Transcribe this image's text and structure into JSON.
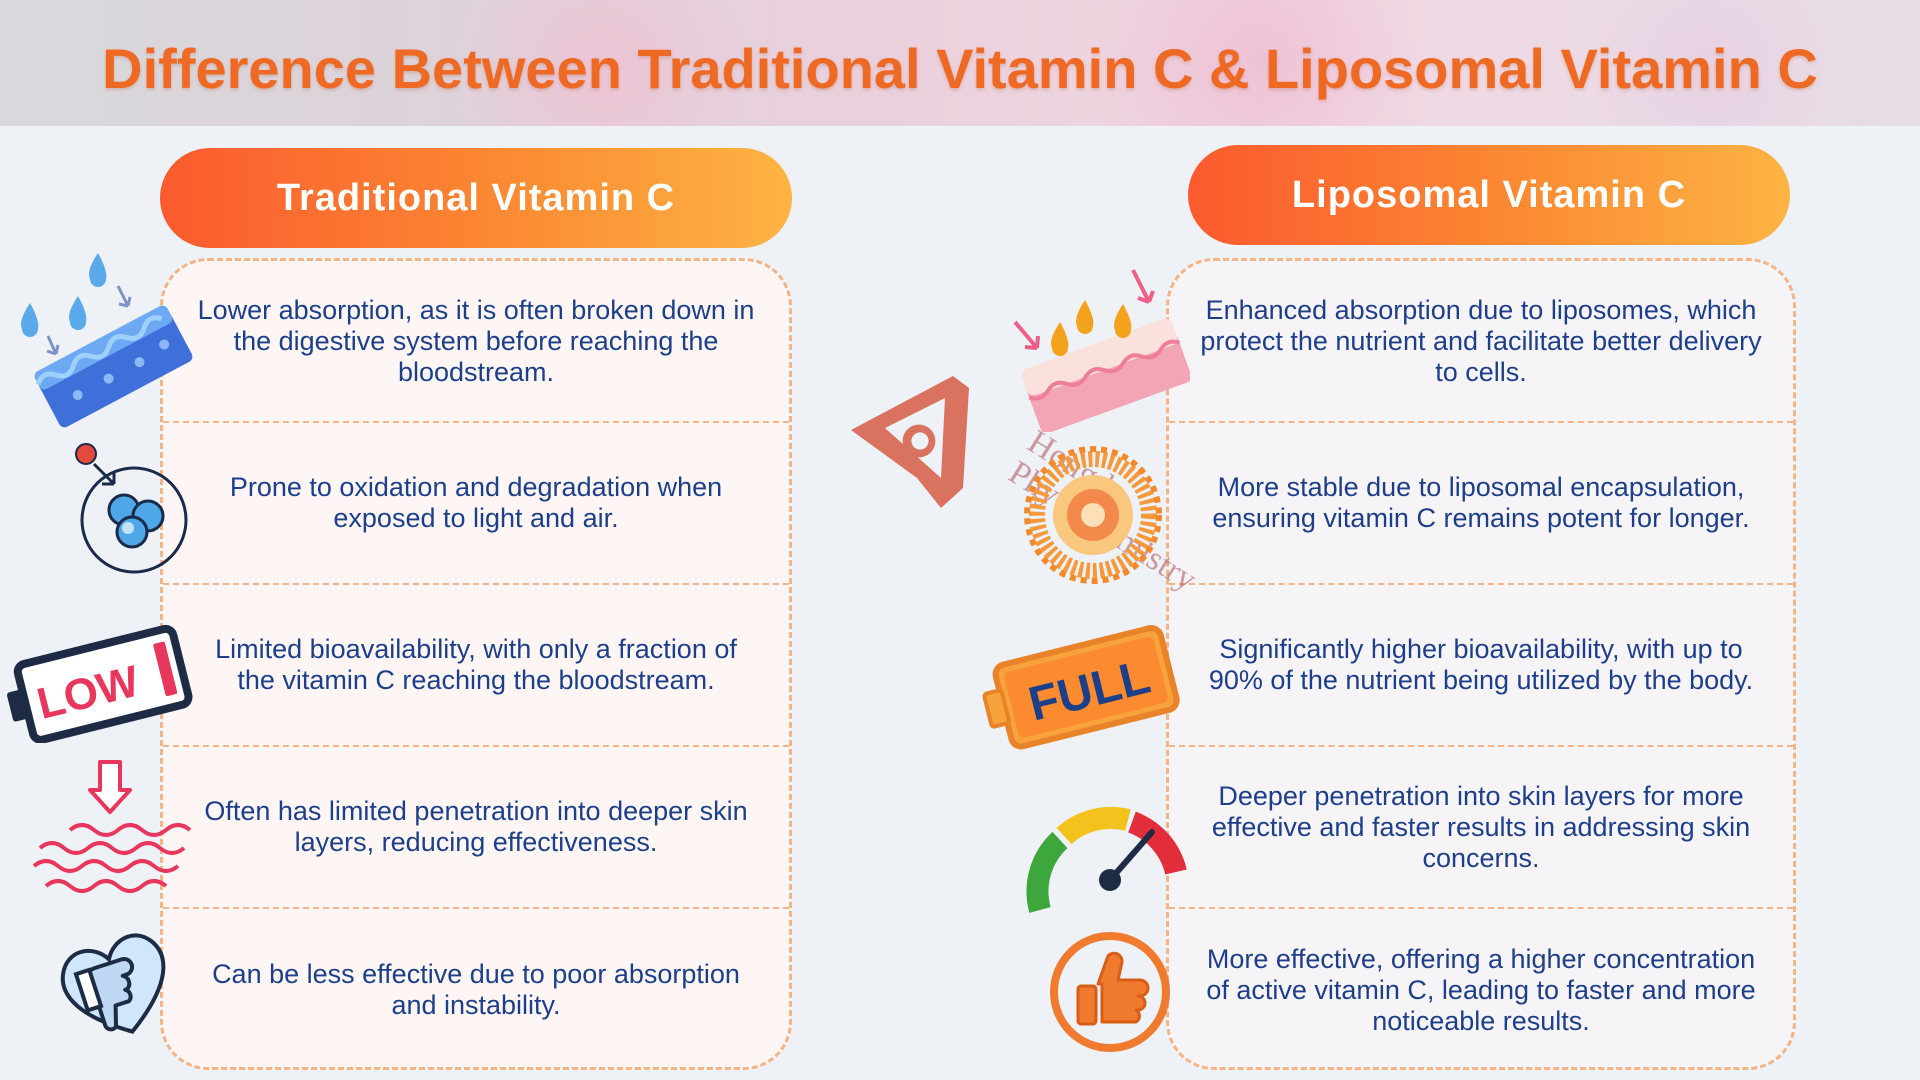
{
  "header": {
    "title": "Difference Between Traditional Vitamin C & Liposomal Vitamin C"
  },
  "left_column": {
    "heading": "Traditional Vitamin C",
    "rows": [
      "Lower absorption, as it is often broken down in the digestive system before reaching the bloodstream.",
      "Prone to oxidation and degradation when exposed to light and air.",
      "Limited bioavailability, with only a fraction of the vitamin C reaching the bloodstream.",
      "Often has limited penetration into deeper skin layers, reducing effectiveness.",
      "Can be less effective due to poor absorption and instability."
    ]
  },
  "right_column": {
    "heading": "Liposomal Vitamin C",
    "rows": [
      "Enhanced absorption due to liposomes, which protect the nutrient and facilitate better delivery to cells.",
      "More stable due to liposomal encapsulation, ensuring vitamin C remains potent for longer.",
      "Significantly higher bioavailability, with up to 90% of the nutrient being utilized by the body.",
      "Deeper penetration into skin layers for more effective and faster results in addressing skin concerns.",
      "More effective, offering a higher concentration of active vitamin C, leading to faster and more noticeable results."
    ]
  },
  "icons": {
    "left": [
      "absorption-blocked-icon",
      "oxidation-molecule-icon",
      "low-battery-icon",
      "shallow-penetration-icon",
      "thumbs-down-heart-icon"
    ],
    "right": [
      "deep-absorption-icon",
      "liposome-icon",
      "full-battery-icon",
      "speed-gauge-icon",
      "thumbs-up-icon"
    ],
    "left_battery_label": "LOW",
    "right_battery_label": "FULL"
  },
  "watermark": {
    "line1": "Hongda",
    "line2": "Phytochemistry"
  },
  "colors": {
    "title": "#ee6a24",
    "heading_gradient_start": "#fb5a2e",
    "heading_gradient_end": "#fdb443",
    "body_text": "#1d3f8a",
    "dashed_border": "#f3b487"
  }
}
